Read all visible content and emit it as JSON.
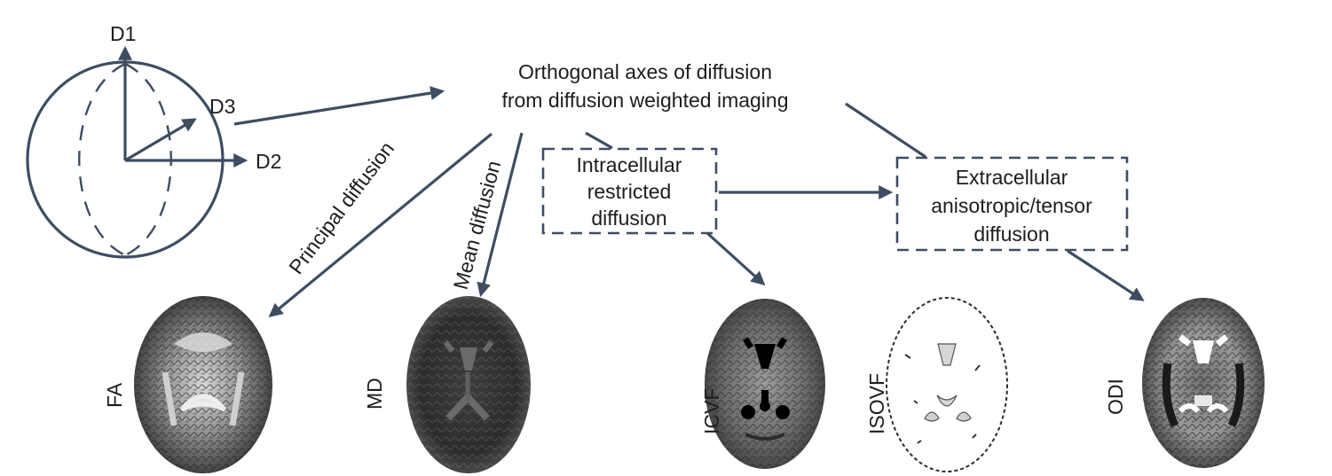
{
  "sphere": {
    "axes": [
      "D1",
      "D2",
      "D3"
    ]
  },
  "header": {
    "line1": "Orthogonal axes of diffusion",
    "line2": "from diffusion weighted imaging"
  },
  "branches": {
    "principal": "Principal diffusion",
    "mean": "Mean diffusion"
  },
  "boxes": {
    "intracellular": [
      "Intracellular",
      "restricted",
      "diffusion"
    ],
    "extracellular": [
      "Extracellular",
      "anisotropic/tensor",
      "diffusion"
    ]
  },
  "maps": {
    "fa": "FA",
    "md": "MD",
    "icvf": "ICVF",
    "isovf": "ISOVF",
    "odi": "ODI"
  },
  "colors": {
    "arrow": "#3e4d62",
    "text": "#1d1d1d"
  }
}
